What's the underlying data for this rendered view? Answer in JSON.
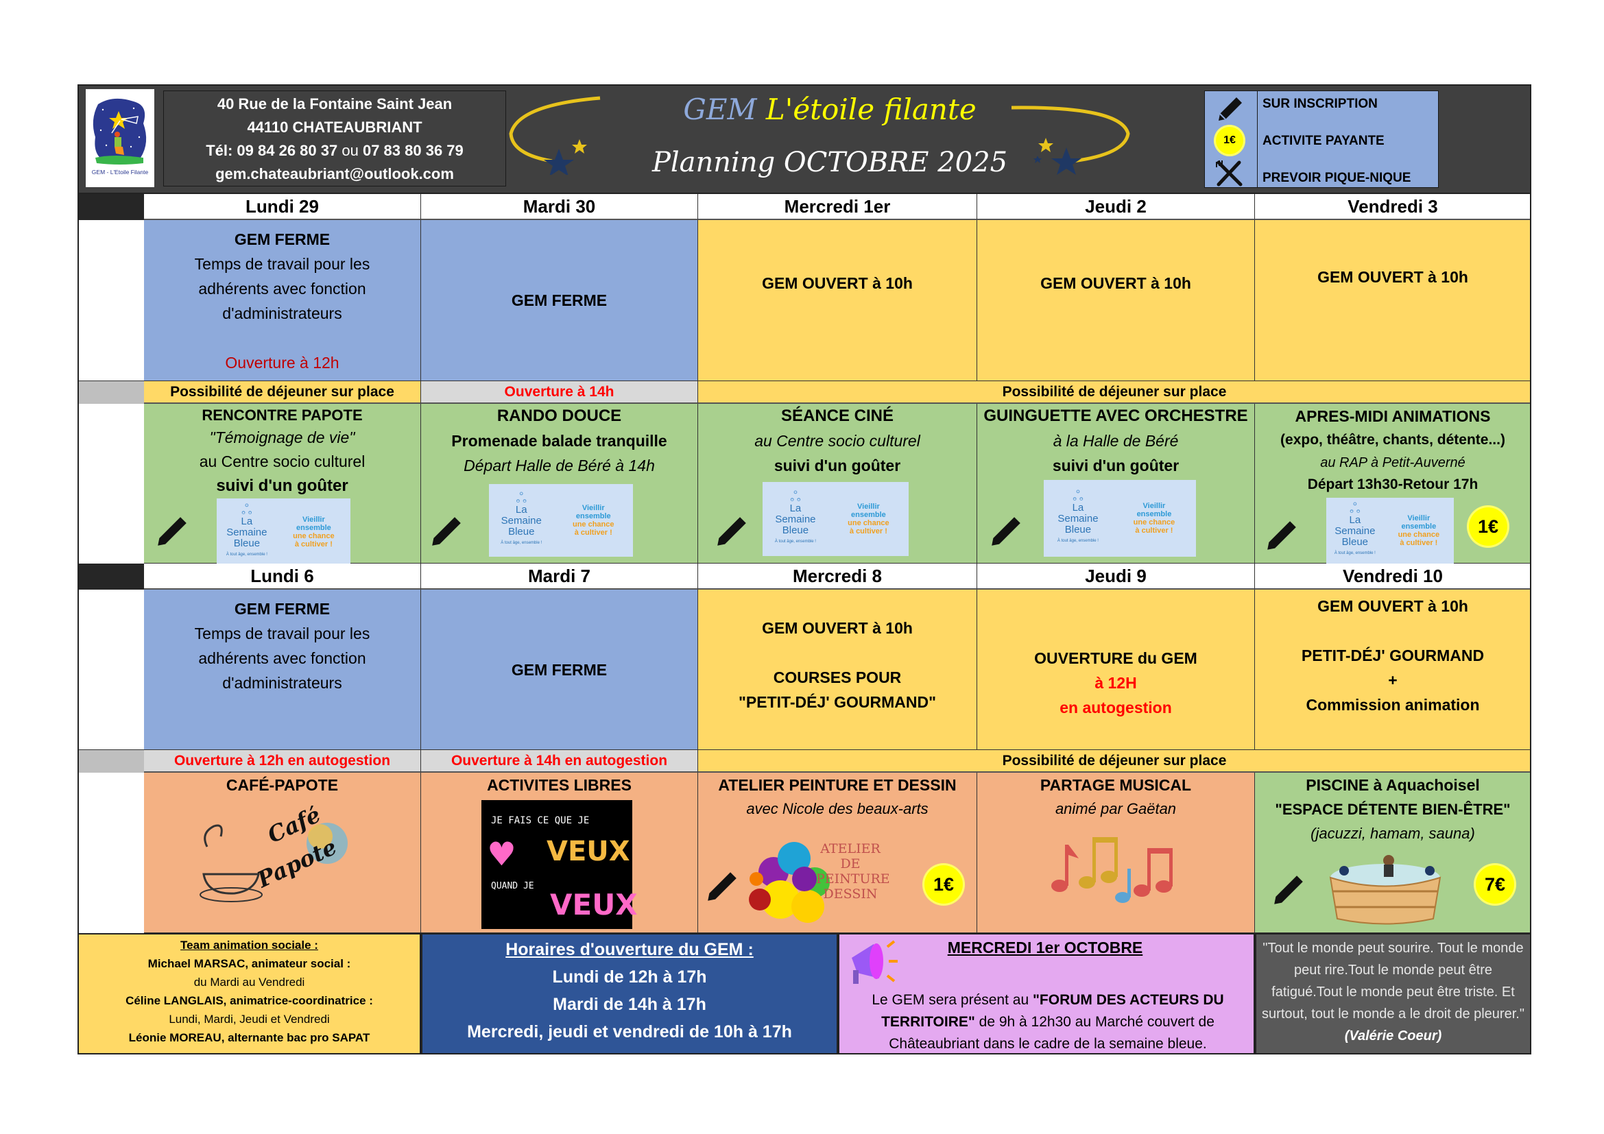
{
  "header": {
    "logo_caption": "GEM - L'Etoile Filante",
    "address_line1": "40 Rue de la Fontaine Saint Jean",
    "address_line2": "44110 CHATEAUBRIANT",
    "phone_prefix": "Tél: 09 84 26 80 37",
    "phone_or": "ou",
    "phone_alt": "07 83 80 36 79",
    "email": "gem.chateaubriant@outlook.com",
    "title_gem": "GEM",
    "title_name": "L'étoile filante",
    "subtitle": "Planning OCTOBRE 2025",
    "colors": {
      "gem": "#8ea9db",
      "name": "#ffff00",
      "band": "#404040"
    }
  },
  "legend": {
    "items": [
      {
        "icon": "pencil-icon",
        "label": "SUR INSCRIPTION"
      },
      {
        "icon": "price-badge-icon",
        "badge": "1€",
        "label": "ACTIVITE PAYANTE"
      },
      {
        "icon": "fork-knife-icon",
        "label": "PREVOIR PIQUE-NIQUE"
      }
    ]
  },
  "colors": {
    "closed": "#8eaadb",
    "open": "#ffd966",
    "activity_green": "#a9d08e",
    "activity_orange": "#f4b183",
    "note_gray": "#d9d9d9",
    "alert_red": "#ff0000"
  },
  "weeks": [
    {
      "days": [
        {
          "name": "Lundi 29",
          "morning": {
            "title": "GEM FERME",
            "lines": [
              "Temps de travail pour les",
              "adhérents avec fonction",
              "d'administrateurs"
            ],
            "note": "Ouverture à 12h"
          },
          "lunch": "Possibilité de déjeuner sur place",
          "afternoon": {
            "title": "RENCONTRE PAPOTE",
            "line1": "\"Témoignage de vie\"",
            "line2": "au Centre socio culturel",
            "line3": "suivi d'un goûter",
            "image": "La Semaine Bleue",
            "registration": true
          }
        },
        {
          "name": "Mardi 30",
          "morning": {
            "title": "GEM FERME"
          },
          "lunch": "Ouverture à 14h",
          "afternoon": {
            "title": "RANDO DOUCE",
            "line1": "Promenade balade tranquille",
            "line2": "Départ Halle de Béré à 14h",
            "image": "La Semaine Bleue",
            "registration": true
          }
        },
        {
          "name": "Mercredi 1er",
          "morning": {
            "title": "GEM OUVERT à 10h"
          },
          "afternoon": {
            "title": "SÉANCE CINÉ",
            "line1": "au Centre socio culturel",
            "line2": "suivi d'un goûter",
            "image": "La Semaine Bleue",
            "registration": true
          }
        },
        {
          "name": "Jeudi 2",
          "morning": {
            "title": "GEM OUVERT à 10h"
          },
          "afternoon": {
            "title": "GUINGUETTE AVEC ORCHESTRE",
            "line1": "à la Halle de Béré",
            "line2": "suivi d'un goûter",
            "image": "La Semaine Bleue",
            "registration": true
          }
        },
        {
          "name": "Vendredi 3",
          "morning": {
            "title": "GEM OUVERT à 10h"
          },
          "afternoon": {
            "title": "APRES-MIDI ANIMATIONS",
            "line1": "(expo, théâtre, chants, détente...)",
            "line2": "au RAP à Petit-Auverné",
            "line3": "Départ 13h30-Retour 17h",
            "image": "La Semaine Bleue",
            "registration": true,
            "price": "1€"
          }
        }
      ],
      "shared_lunch": "Possibilité de déjeuner sur place"
    },
    {
      "days": [
        {
          "name": "Lundi 6",
          "morning": {
            "title": "GEM FERME",
            "lines": [
              "Temps de travail pour les",
              "adhérents avec fonction",
              "d'administrateurs"
            ]
          },
          "lunch": "Ouverture à 12h en autogestion",
          "afternoon": {
            "title": "CAFÉ-PAPOTE",
            "image": "Café Papote"
          }
        },
        {
          "name": "Mardi 7",
          "morning": {
            "title": "GEM FERME"
          },
          "lunch": "Ouverture à 14h en autogestion",
          "afternoon": {
            "title": "ACTIVITES LIBRES",
            "image_line1": "JE FAIS CE QUE JE",
            "image_word1": "VEUX",
            "image_line2": "QUAND JE",
            "image_word2": "VEUX"
          }
        },
        {
          "name": "Mercredi 8",
          "morning": {
            "title": "GEM OUVERT à 10h",
            "line2": "COURSES POUR",
            "line3": "\"PETIT-DÉJ' GOURMAND\""
          },
          "afternoon": {
            "title": "ATELIER PEINTURE ET DESSIN",
            "line1": "avec Nicole des beaux-arts",
            "image_lines": [
              "ATELIER DE",
              "PEINTURE",
              "DESSIN"
            ],
            "registration": true,
            "price": "1€"
          }
        },
        {
          "name": "Jeudi 9",
          "morning": {
            "title": "OUVERTURE du GEM",
            "red1": "à 12H",
            "red2": "en autogestion"
          },
          "afternoon": {
            "title": "PARTAGE MUSICAL",
            "line1": "animé par Gaëtan",
            "image": "music-notes"
          }
        },
        {
          "name": "Vendredi 10",
          "morning": {
            "title": "GEM OUVERT à 10h",
            "line2": "PETIT-DÉJ' GOURMAND",
            "line3": "+",
            "line4": "Commission animation"
          },
          "afternoon": {
            "title": "PISCINE à Aquachoisel",
            "line1": "\"ESPACE DÉTENTE BIEN-ÊTRE\"",
            "line2": "(jacuzzi, hamam, sauna)",
            "image": "jacuzzi",
            "registration": true,
            "price": "7€"
          }
        }
      ],
      "shared_lunch": "Possibilité de déjeuner sur place"
    }
  ],
  "semaine_bleue": {
    "la": "La",
    "semaine": "Semaine",
    "bleue": "Bleue",
    "tagline": "À tout âge, ensemble !",
    "vieillir": "Vieillir",
    "ensemble": "ensemble",
    "chance": "une chance",
    "cultiver": "à cultiver !"
  },
  "footer": {
    "team": {
      "title": "Team animation sociale :",
      "member1": "Michael MARSAC, animateur social :",
      "member1_days": "du Mardi au Vendredi",
      "member2": "Céline LANGLAIS, animatrice-coordinatrice :",
      "member2_days": "Lundi, Mardi, Jeudi et Vendredi",
      "member3": "Léonie MOREAU, alternante bac pro SAPAT"
    },
    "hours": {
      "title": "Horaires d'ouverture du GEM :",
      "line1": "Lundi de 12h à 17h",
      "line2": "Mardi de 14h à 17h",
      "line3": "Mercredi, jeudi et vendredi de 10h à 17h"
    },
    "announcement": {
      "title": "MERCREDI 1er OCTOBRE",
      "text_a": "Le GEM sera présent au ",
      "text_bold": "\"FORUM DES ACTEURS DU TERRITOIRE\"",
      "text_b": " de 9h à 12h30 au Marché couvert de Châteaubriant dans le cadre de la semaine bleue."
    },
    "quote": {
      "text": "\"Tout le monde peut sourire. Tout le monde peut rire.Tout le monde peut être fatigué.Tout le monde peut être triste. Et surtout, tout le monde a le droit de pleurer.\" ",
      "author": "(Valérie Coeur)"
    }
  }
}
